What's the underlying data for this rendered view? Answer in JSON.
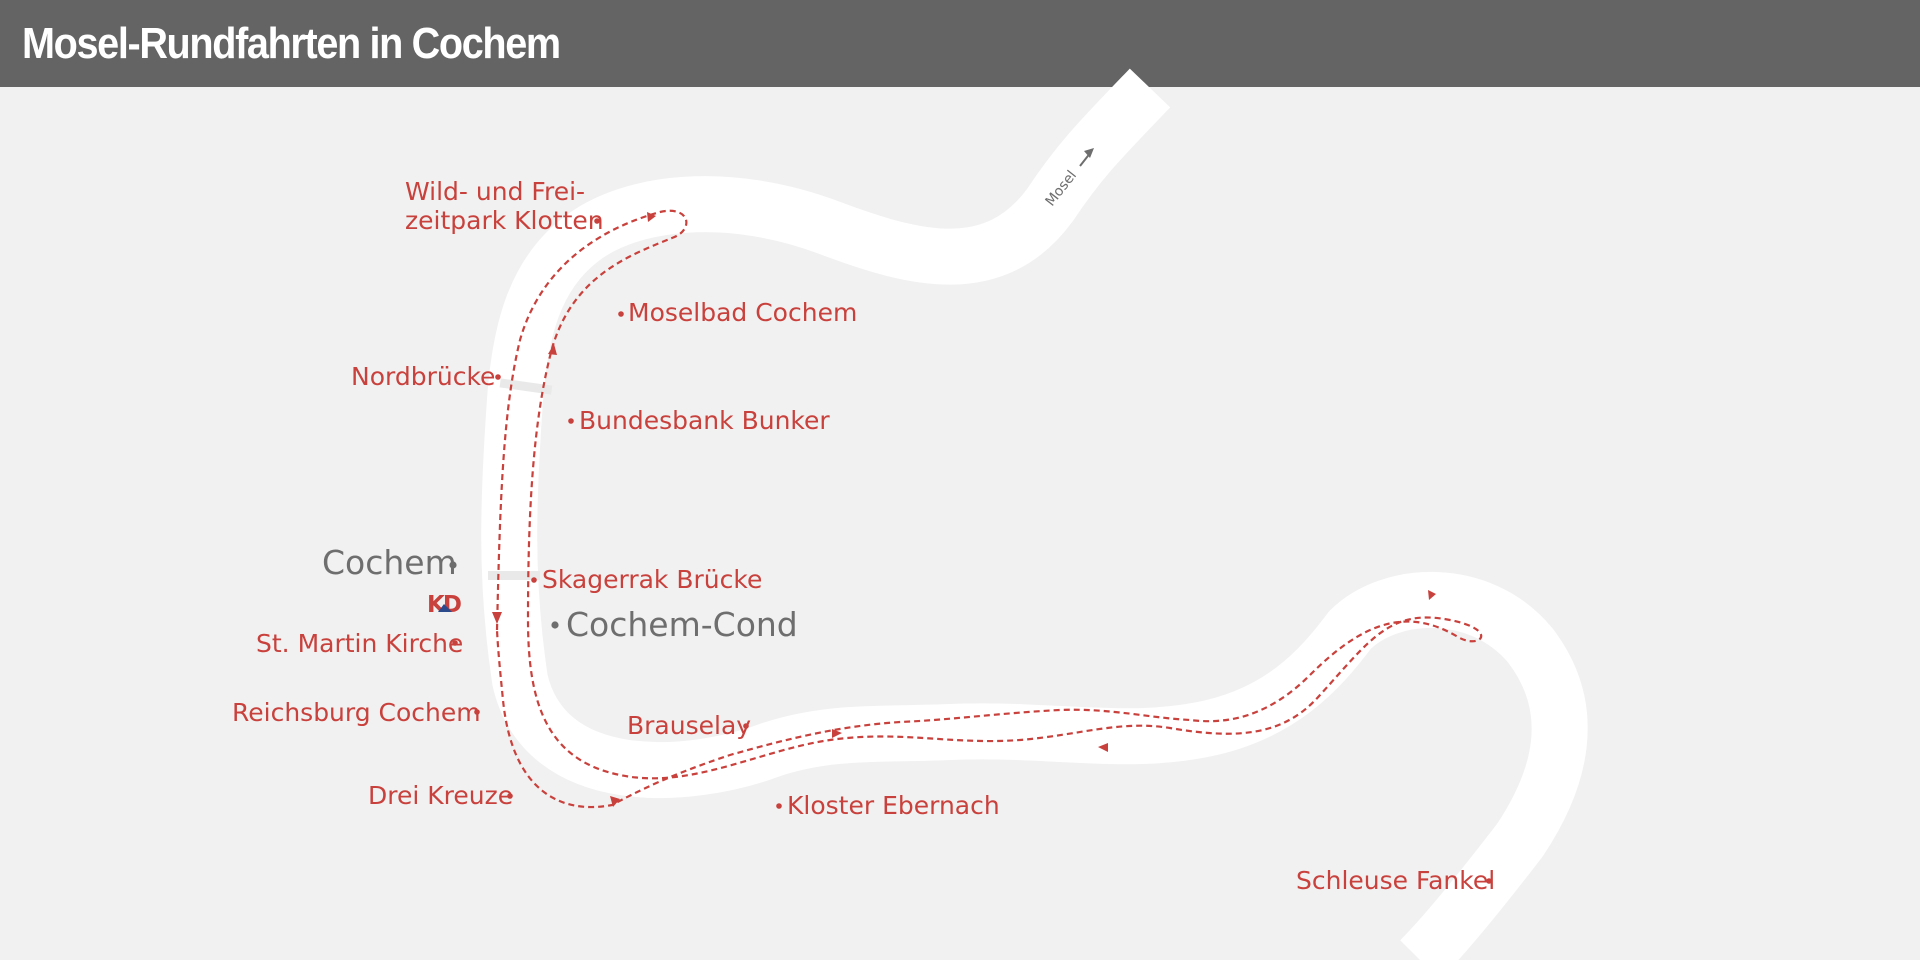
{
  "header": {
    "title": "Mosel-Rundfahrten in Cochem"
  },
  "river": {
    "name": "Mosel"
  },
  "colors": {
    "route": "#c9413c",
    "river": "#ffffff",
    "background": "#f1f1f1",
    "header": "#646464",
    "town_text": "#6e6e6e"
  },
  "icons": {
    "logo": "kd-logo",
    "river_arrow": "arrow-northeast-icon"
  },
  "logo": {
    "text": "KD"
  },
  "towns": [
    {
      "name": "Cochem"
    },
    {
      "name": "Cochem-Cond"
    }
  ],
  "pois": {
    "wildpark_line1": "Wild- und Frei-",
    "wildpark_line2": "zeitpark Klotten",
    "moselbad": "Moselbad Cochem",
    "nordbruecke": "Nordbrücke",
    "bundesbank": "Bundesbank Bunker",
    "skagerrak": "Skagerrak Brücke",
    "st_martin": "St. Martin Kirche",
    "reichsburg": "Reichsburg Cochem",
    "brauselay": "Brauselay",
    "drei_kreuze": "Drei Kreuze",
    "kloster": "Kloster Ebernach",
    "schleuse": "Schleuse Fankel"
  }
}
